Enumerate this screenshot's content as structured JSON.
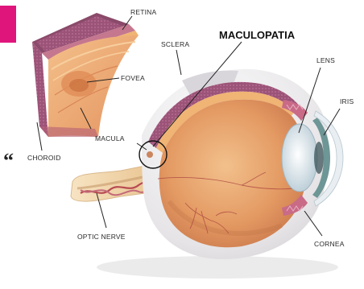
{
  "title": "MACULOPATIA",
  "quote_mark": "“",
  "labels": {
    "retina": "RETINA",
    "sclera": "SCLERA",
    "fovea": "FOVEA",
    "lens": "LENS",
    "iris": "IRIS",
    "macula": "MACULA",
    "choroid": "CHOROID",
    "optic_nerve": "OPTIC NERVE",
    "cornea": "CORNEA"
  },
  "colors": {
    "accent": "#e0157c",
    "vitreous": "#e49a63",
    "retina_layer": "#f0b474",
    "choroid_layer": "#9c5378",
    "sclera": "#e6e4e6",
    "nerve": "#f2d4a8",
    "vessels": "#b84b52",
    "lens": "#d9e4ea",
    "iris": "#6d9696"
  }
}
